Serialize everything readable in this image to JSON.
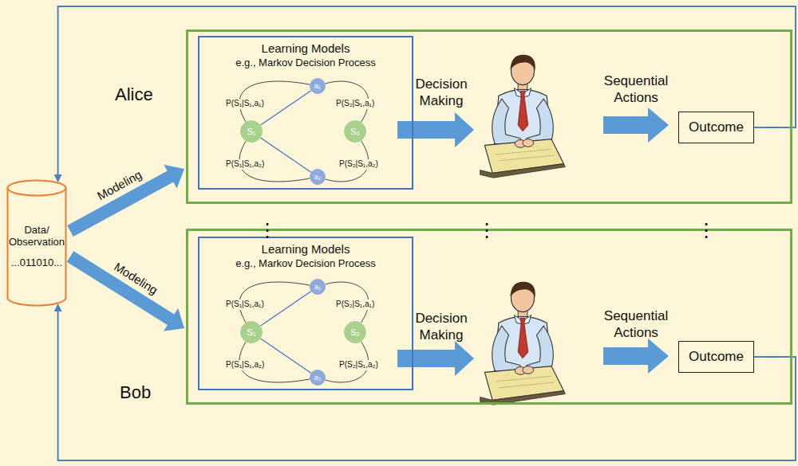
{
  "diagram": {
    "nodes": [
      {
        "text": [
          "Data/ Observation",
          "...011010..."
        ]
      },
      {
        "text": [
          "Alice"
        ]
      },
      {
        "text": [
          "Learning Models",
          "e.g., Markov Decision Process"
        ],
        "in": 1
      },
      {
        "text": [
          "S₁"
        ],
        "in": 2
      },
      {
        "text": [
          "a₁"
        ],
        "in": 2
      },
      {
        "text": [
          "S₂"
        ],
        "in": 2
      },
      {
        "text": [
          "a₂"
        ],
        "in": 2
      },
      {
        "text": [
          "Outcome"
        ],
        "in": 1
      },
      {
        "text": [
          "Bob"
        ]
      },
      {
        "text": [
          "Learning Models",
          "e.g., Markov Decision Process"
        ],
        "in": 8
      },
      {
        "text": [
          "S₁"
        ],
        "in": 9
      },
      {
        "text": [
          "a₁"
        ],
        "in": 9
      },
      {
        "text": [
          "S₂"
        ],
        "in": 9
      },
      {
        "text": [
          "a₂"
        ],
        "in": 9
      },
      {
        "text": [
          "Outcome"
        ],
        "in": 8
      }
    ],
    "edges": [
      {
        "from": 0,
        "to": 1,
        "arrow": "to",
        "label": "Modeling"
      },
      {
        "from": 0,
        "to": 8,
        "arrow": "to",
        "label": "Modeling"
      },
      {
        "from": 3,
        "to": 4,
        "arrow": "none"
      },
      {
        "from": 3,
        "to": 6,
        "arrow": "none"
      },
      {
        "from": 4,
        "to": 3,
        "arrow": "none"
      },
      {
        "from": 4,
        "to": 5,
        "arrow": "none"
      },
      {
        "from": 6,
        "to": 3,
        "arrow": "none"
      },
      {
        "from": 6,
        "to": 5,
        "arrow": "none"
      },
      {
        "from": 10,
        "to": 11,
        "arrow": "none"
      },
      {
        "from": 10,
        "to": 13,
        "arrow": "none"
      },
      {
        "from": 11,
        "to": 10,
        "arrow": "none"
      },
      {
        "from": 11,
        "to": 12,
        "arrow": "none"
      },
      {
        "from": 13,
        "to": 10,
        "arrow": "none"
      },
      {
        "from": 13,
        "to": 12,
        "arrow": "none"
      },
      {
        "from": 7,
        "to": 0,
        "arrow": "to"
      },
      {
        "from": 14,
        "to": 0,
        "arrow": "to"
      }
    ],
    "labels": [
      "P(S₁|S₁,a₁)",
      "P(S₂|S₁,a₁)",
      "P(S₁|S₁,a₂)",
      "P(S₂|S₁,a₂)",
      "Decision Making",
      "Sequential Actions",
      "⋮",
      "⋮",
      "⋮",
      "P(S₁|S₁,a₁)",
      "P(S₂|S₁,a₁)",
      "P(S₁|S₁,a₂)",
      "P(S₂|S₁,a₂)",
      "Decision Making",
      "Sequential Actions"
    ]
  }
}
